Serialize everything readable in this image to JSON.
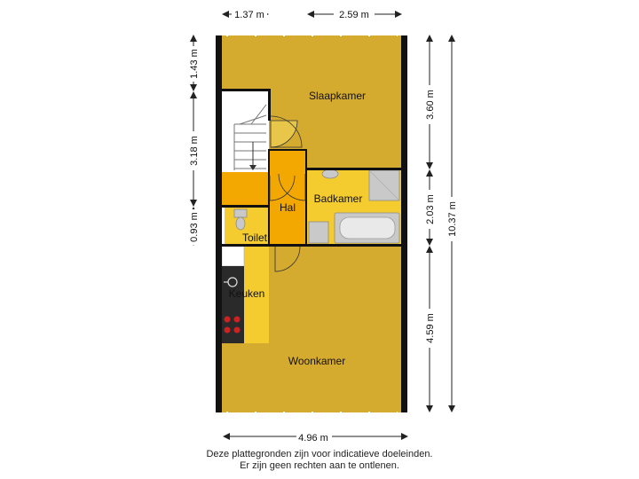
{
  "dimensions": {
    "top_left": "1.37 m",
    "top_right": "2.59 m",
    "left_top": "1.43 m",
    "left_middle": "3.18 m",
    "left_bottom": "0.93 m",
    "right_top": "3.60 m",
    "right_middle": "2.03 m",
    "right_bottom": "4.59 m",
    "right_total": "10.37 m",
    "bottom_width": "4.96 m"
  },
  "rooms": {
    "slaapkamer": "Slaapkamer",
    "badkamer": "Badkamer",
    "hal": "Hal",
    "toilet": "Toilet",
    "keuken": "Keuken",
    "woonkamer": "Woonkamer"
  },
  "colors": {
    "living": "#d4aa2f",
    "bath": "#f5cc2f",
    "hall": "#f2a800",
    "wall": "#111111",
    "fixture": "#c9c9c9"
  },
  "disclaimer": {
    "line1": "Deze plattegronden zijn voor indicatieve doeleinden.",
    "line2": "Er zijn geen rechten aan te ontlenen."
  }
}
